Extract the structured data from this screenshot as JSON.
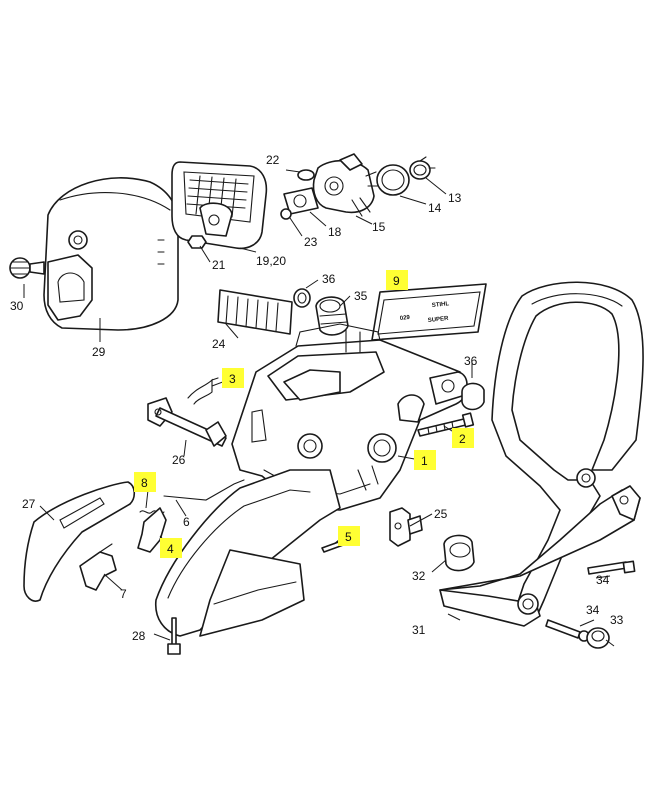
{
  "colors": {
    "highlight": "#ffff33",
    "line": "#1a1a1a",
    "background": "#ffffff"
  },
  "callouts": {
    "c1": "1",
    "c2": "2",
    "c3": "3",
    "c4": "4",
    "c5": "5",
    "c6": "6",
    "c7": "7",
    "c8": "8",
    "c9": "9",
    "c13": "13",
    "c14": "14",
    "c15": "15",
    "c18": "18",
    "c19_20": "19,20",
    "c21": "21",
    "c22": "22",
    "c23": "23",
    "c24": "24",
    "c25": "25",
    "c26": "26",
    "c27": "27",
    "c28": "28",
    "c29": "29",
    "c30": "30",
    "c31": "31",
    "c32": "32",
    "c33": "33",
    "c34a": "34",
    "c34b": "34",
    "c35": "35",
    "c36a": "36",
    "c36b": "36"
  },
  "highlighted": [
    "1",
    "2",
    "3",
    "4",
    "5",
    "8",
    "9"
  ],
  "decal": {
    "line1": "STIHL",
    "line2": "029",
    "line3": "SUPER"
  }
}
